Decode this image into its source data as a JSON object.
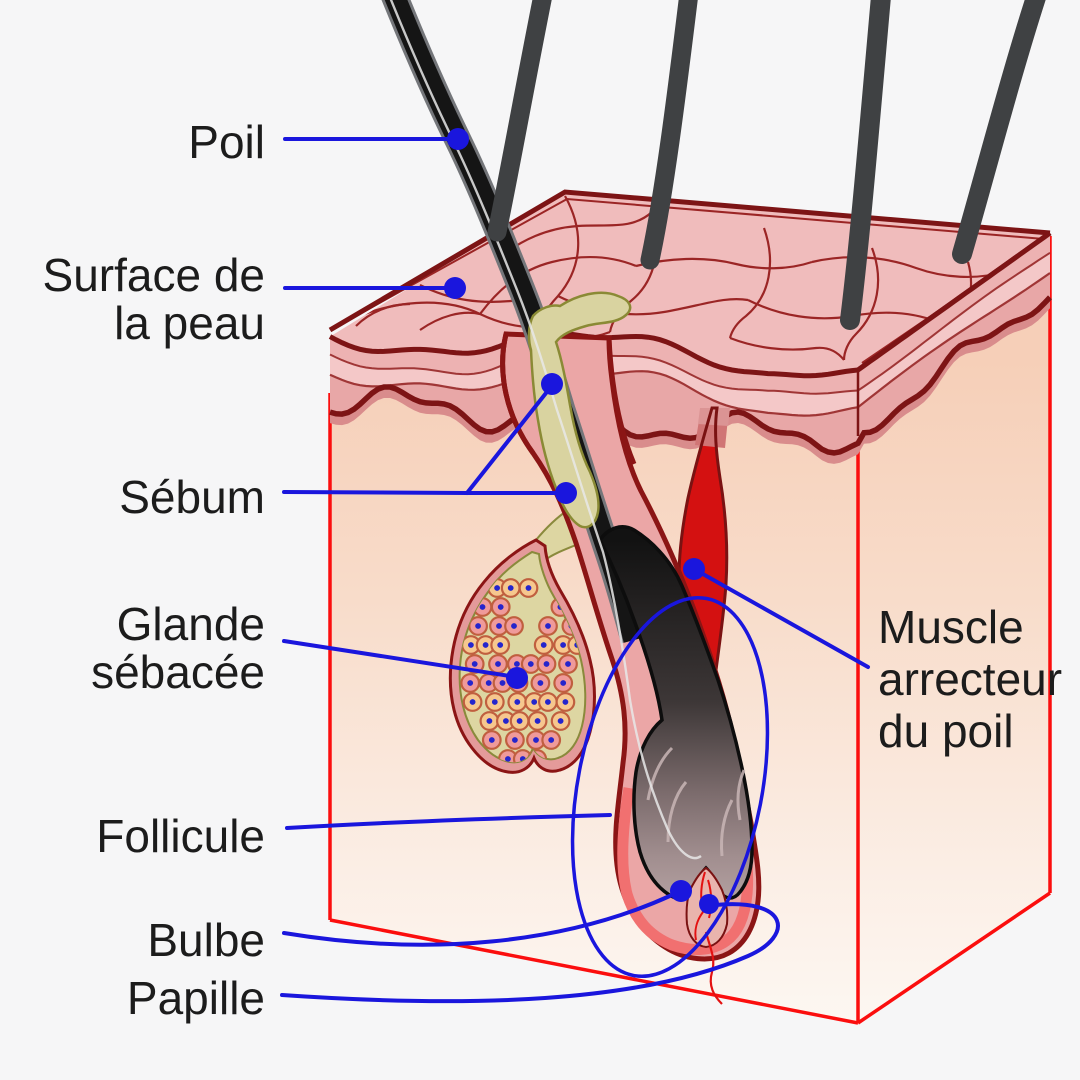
{
  "figure": {
    "description": "Anatomical cross-section diagram of human skin showing a hair follicle (French labels)",
    "labels": {
      "poil": "Poil",
      "surface_line1": "Surface de",
      "surface_line2": "la peau",
      "sebum": "Sébum",
      "glande_line1": "Glande",
      "glande_line2": "sébacée",
      "follicule": "Follicule",
      "bulbe": "Bulbe",
      "papille": "Papille",
      "muscle_line1": "Muscle",
      "muscle_line2": "arrecteur",
      "muscle_line3": "du poil"
    }
  },
  "colors": {
    "bg": "#f6f6f7",
    "label": "#1c1c1c",
    "blue": "#1a16dd",
    "cube-red": "#fb0e0e",
    "top-face": "#f0bcbc",
    "cell-line": "#9b2525",
    "edge-dark": "#7d1415",
    "band1": "#edb2b2",
    "band2": "#f4c8c8",
    "band3": "#e8a7a7",
    "fringe": "#d98c8c",
    "band-line": "#a03636",
    "muscle-red": "#d41111",
    "muscle-outline": "#7a1212",
    "muscle-neck": "#d07575",
    "muscle-neck-top": "#db9494",
    "follicle-wall": "#8b1515",
    "follicle-fill": "#eba6a6",
    "follicle-inner": "#f17070",
    "hair-black": "#151515",
    "hair-edge": "#74767a",
    "hair-bg": "#3f4143",
    "hair-highlight": "#e8e8e8",
    "sebum-fill": "#d9d3a0",
    "sebum-outline": "#8a8a35",
    "gland-wall": "#e49a9a",
    "gland-inner": "#ddd6a2",
    "gland-inner-line": "#8a8a3c",
    "cell-orange": "#f6c78e",
    "cell-pink": "#ef9a9a",
    "cell-ring": "#c05f3f",
    "cell-dot": "#2525cc",
    "papilla": "#e9b4ad",
    "capillary": "#e31111"
  }
}
